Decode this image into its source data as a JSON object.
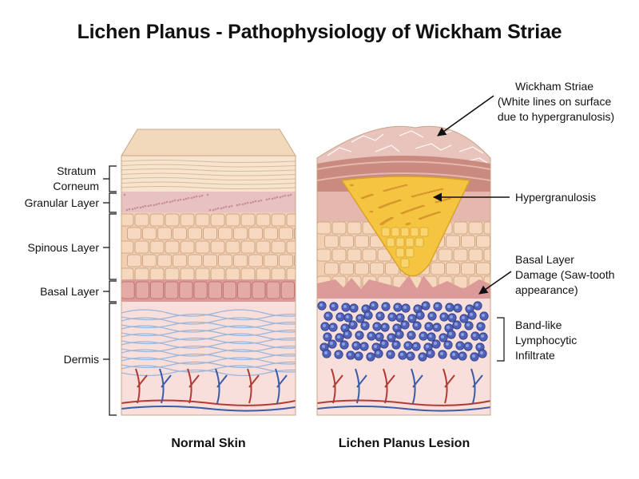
{
  "title": "Lichen Planus - Pathophysiology of Wickham Striae",
  "panels": {
    "normal": {
      "caption": "Normal Skin",
      "layers": {
        "stratum_corneum": [
          "Stratum",
          "Corneum"
        ],
        "granular": "Granular Layer",
        "spinous": "Spinous Layer",
        "basal": "Basal Layer",
        "dermis": "Dermis"
      }
    },
    "lesion": {
      "caption": "Lichen Planus Lesion",
      "annotations": {
        "wickham": [
          "Wickham Striae",
          "(White lines on surface",
          "due to hypergranulosis)"
        ],
        "hypergranulosis": "Hypergranulosis",
        "basal_damage": [
          "Basal Layer",
          "Damage (Saw-tooth",
          "appearance)"
        ],
        "infiltrate": [
          "Band-like",
          "Lymphocytic",
          "Infiltrate"
        ]
      }
    }
  },
  "colors": {
    "corneum": "#f3d9bc",
    "granular": "#e8c2c2",
    "spinous": "#f2cfb0",
    "basal": "#dc9a98",
    "dermis": "#f8dfdc",
    "hypergranulosis": "#f5c542",
    "lymphocyte": "#4f62b8",
    "artery": "#b23a32",
    "vein": "#3a5ca8"
  }
}
